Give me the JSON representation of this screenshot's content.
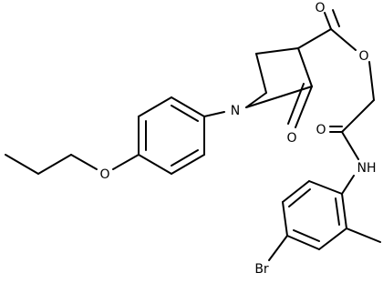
{
  "molecule": {
    "atoms": {
      "ester_carbonyl_o": "O",
      "ester_o": "O",
      "amide_o": "O",
      "amide_n": "NH",
      "lactam_n": "N",
      "lactam_o": "O",
      "ether_o": "O",
      "bromine": "Br"
    },
    "colors": {
      "bond": "#000000",
      "label": "#000000",
      "background": "#ffffff"
    }
  }
}
